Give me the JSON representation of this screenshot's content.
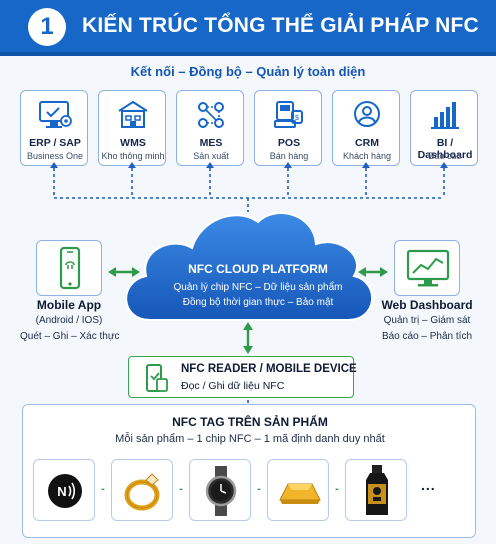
{
  "header": {
    "number": "1",
    "title": "KIẾN TRÚC TỔNG THỂ GIẢI PHÁP NFC"
  },
  "subtitle": "Kết nối – Đồng bộ – Quản lý toàn diện",
  "systems": [
    {
      "name": "ERP / SAP",
      "desc": "Business One",
      "icon": "erp-monitor-icon"
    },
    {
      "name": "WMS",
      "desc": "Kho thông minh",
      "icon": "warehouse-icon"
    },
    {
      "name": "MES",
      "desc": "Sản xuất",
      "icon": "process-flow-icon"
    },
    {
      "name": "POS",
      "desc": "Bán hàng",
      "icon": "pos-terminal-icon"
    },
    {
      "name": "CRM",
      "desc": "Khách hàng",
      "icon": "customer-icon"
    },
    {
      "name": "BI / Dashboard",
      "desc": "Báo cáo",
      "icon": "bar-chart-icon"
    }
  ],
  "cloud": {
    "title": "NFC CLOUD PLATFORM",
    "line1": "Quản lý chip NFC – Dữ liệu sản phẩm",
    "line2": "Đồng bộ thời gian thực – Bảo mật"
  },
  "mobile_app": {
    "title": "Mobile App",
    "line1": "(Android / IOS)",
    "line2": "Quét – Ghi – Xác thực",
    "icon": "smartphone-nfc-icon"
  },
  "web_dashboard": {
    "title": "Web Dashboard",
    "line1": "Quản trị – Giám sát",
    "line2": "Báo cáo – Phân tích",
    "icon": "monitor-chart-icon"
  },
  "reader": {
    "title": "NFC READER / MOBILE DEVICE",
    "subtitle": "Đọc / Ghi dữ liệu NFC",
    "icon": "reader-device-icon"
  },
  "tags": {
    "title": "NFC TAG TRÊN SẢN PHẨM",
    "subtitle": "Mỗi sản phẩm – 1 chip NFC – 1 mã định danh duy nhất",
    "nfc_logo_text": "N",
    "products": [
      "nfc-tag-icon",
      "gold-ring-icon",
      "watch-icon",
      "gold-bar-icon",
      "liquor-bottle-icon"
    ],
    "separator": "-",
    "more": "..."
  },
  "colors": {
    "primary": "#1667c8",
    "cloud": "#1b6fd1",
    "green": "#2e9b4a",
    "dashed": "#1f5fbf",
    "gold": "#e0a21a"
  }
}
